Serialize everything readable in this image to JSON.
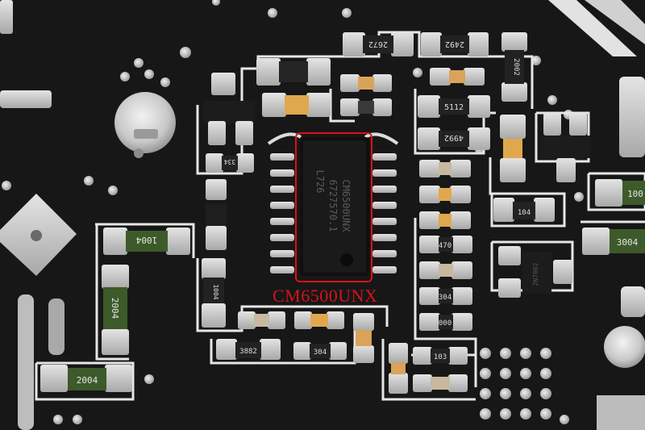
{
  "ic_marking": "CM6500UNX",
  "chip_text": [
    "CM6500UNX",
    "6727570.1",
    "L726"
  ],
  "colors": {
    "board": "#141414",
    "trace": "#e8e8e8",
    "pad": "#c9c9c9",
    "resistor_body": "#2a2a2a",
    "green_resistor": "#3d5a2a",
    "capacitor": "#d9a35a",
    "highlight": "#d8121b"
  },
  "resistor_codes": {
    "r_2672": "2672",
    "r_2492": "2492",
    "r_2002": "2002",
    "r_5112": "5112",
    "r_4992": "4992",
    "r_334": "334",
    "r_104": "104",
    "r_470": "470",
    "r_304": "304",
    "r_000": "000",
    "r_3882": "3882",
    "r_304b": "304",
    "r_103": "103",
    "r_1004a": "1004",
    "r_2004v": "2004",
    "r_2004": "2004",
    "r_3004": "3004",
    "r_100": "100",
    "r_1004v": "1004",
    "q_code": "2N7002"
  }
}
